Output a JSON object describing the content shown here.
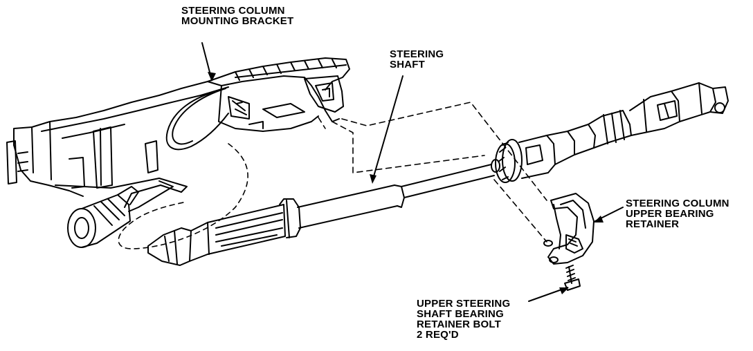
{
  "labels": {
    "bracket": [
      "STEERING COLUMN",
      "MOUNTING BRACKET"
    ],
    "shaft": [
      "STEERING",
      "SHAFT"
    ],
    "retainer": [
      "STEERING COLUMN",
      "UPPER BEARING",
      "RETAINER"
    ],
    "bolt": [
      "UPPER STEERING",
      "SHAFT BEARING",
      "RETAINER BOLT",
      "2 REQ'D"
    ]
  },
  "colors": {
    "ink": "#000000",
    "paper": "#ffffff"
  }
}
